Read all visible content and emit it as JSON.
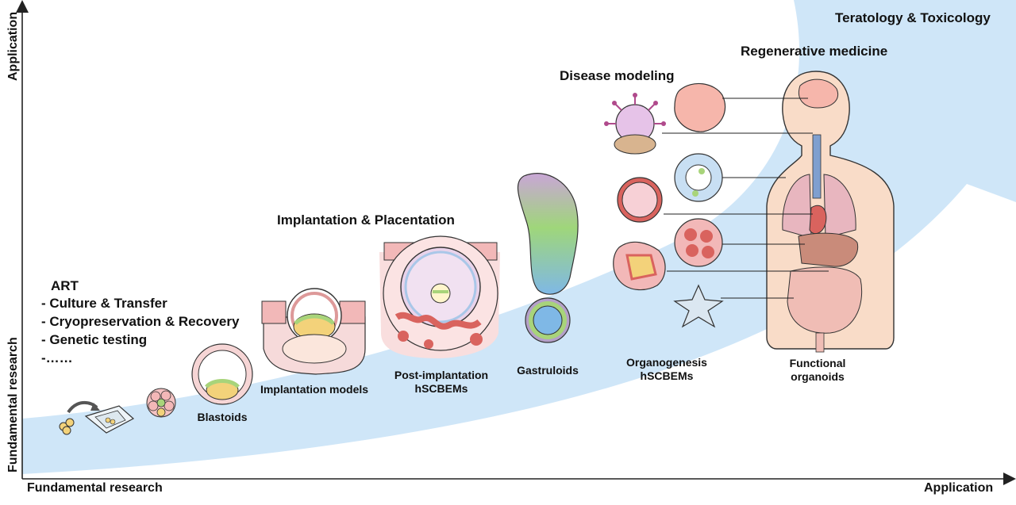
{
  "axes": {
    "x_start": "Fundamental research",
    "x_end": "Application",
    "y_start": "Fundamental research",
    "y_end": "Application"
  },
  "stages": {
    "art_title": "ART",
    "art_items": [
      "- Culture & Transfer",
      "- Cryopreservation & Recovery",
      "- Genetic testing",
      "-……"
    ],
    "blastoids": "Blastoids",
    "implantation_models": "Implantation models",
    "post_implantation_line1": "Post-implantation",
    "post_implantation_line2": "hSCBEMs",
    "gastruloids": "Gastruloids",
    "organogenesis_line1": "Organogenesis",
    "organogenesis_line2": "hSCBEMs",
    "functional_line1": "Functional",
    "functional_line2": "organoids"
  },
  "applications": {
    "implantation_placentation": "Implantation & Placentation",
    "disease_modeling": "Disease modeling",
    "regenerative_medicine": "Regenerative medicine",
    "teratology_toxicology": "Teratology & Toxicology"
  },
  "colors": {
    "band": "#cfe6f8",
    "axis": "#222222",
    "skin": "#f9dcc8",
    "tissue_pink": "#f2b8b8",
    "cell_yellow": "#f3d27a",
    "cell_green": "#a8d47a",
    "organ_red": "#d9635e",
    "lung": "#e8b6bf",
    "airway": "#7f9fcf"
  }
}
